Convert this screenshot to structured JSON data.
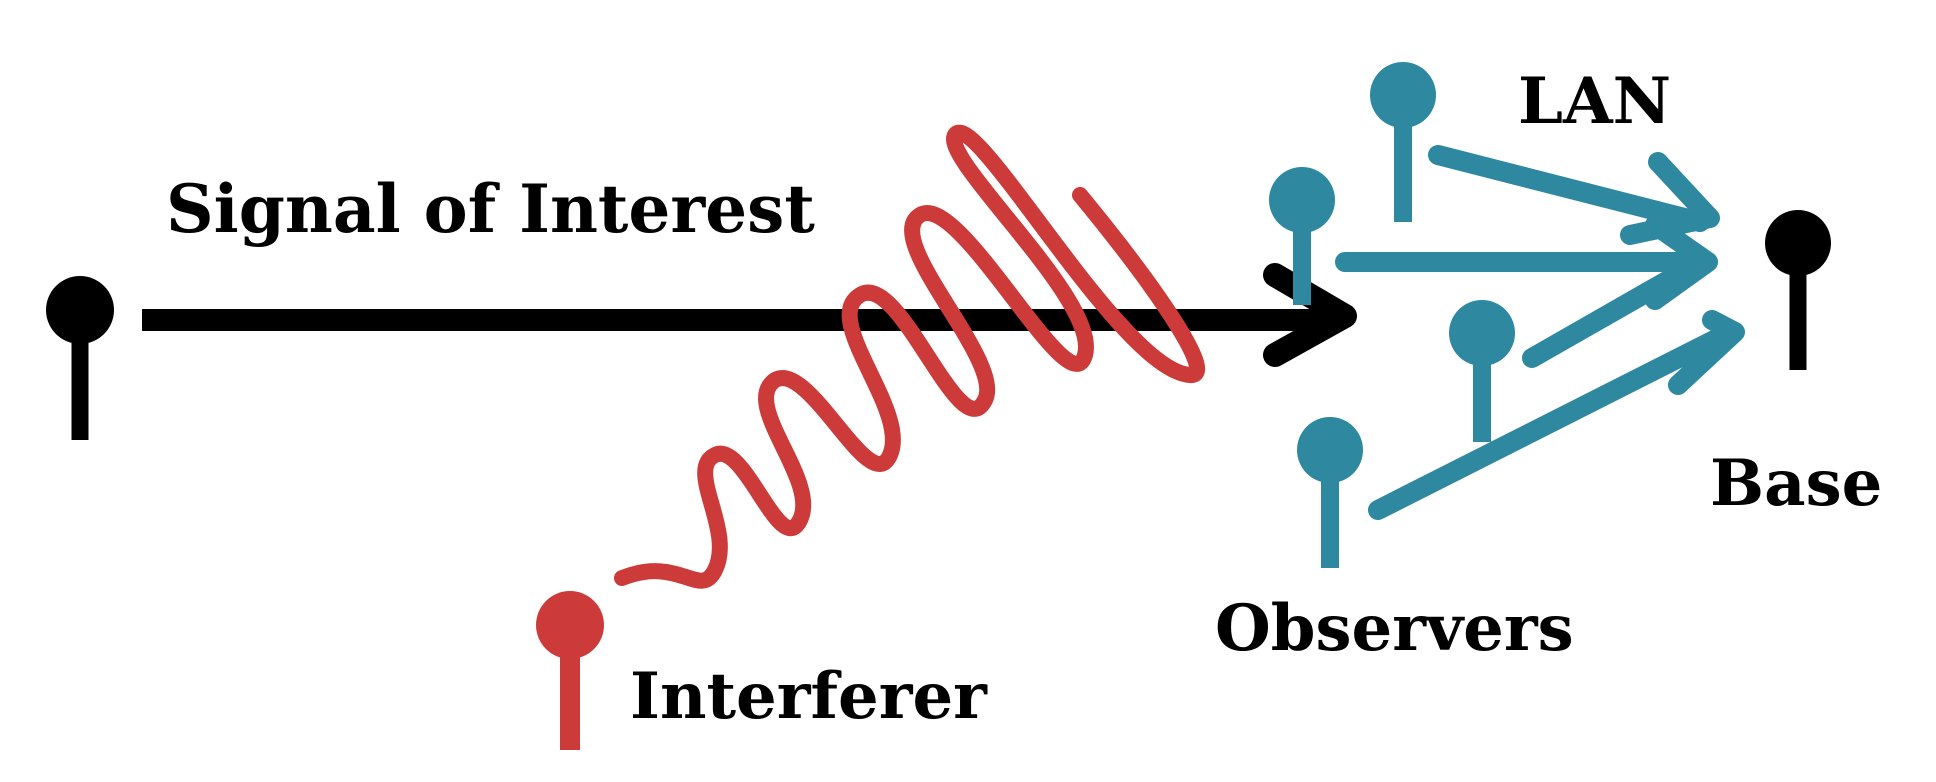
{
  "labels": {
    "signal": "Signal of Interest",
    "interferer": "Interferer",
    "lan": "LAN",
    "observers": "Observers",
    "base": "Base"
  },
  "colors": {
    "signal": "#000000",
    "interferer": "#cc3a3a",
    "observers": "#2e88a0",
    "base": "#000000",
    "background": "#ffffff"
  },
  "nodes": {
    "transmitter": "signal-source-node",
    "interferer": "interferer-node",
    "observers": [
      "observer-node-1",
      "observer-node-2",
      "observer-node-3",
      "observer-node-4"
    ],
    "base": "base-station-node"
  }
}
